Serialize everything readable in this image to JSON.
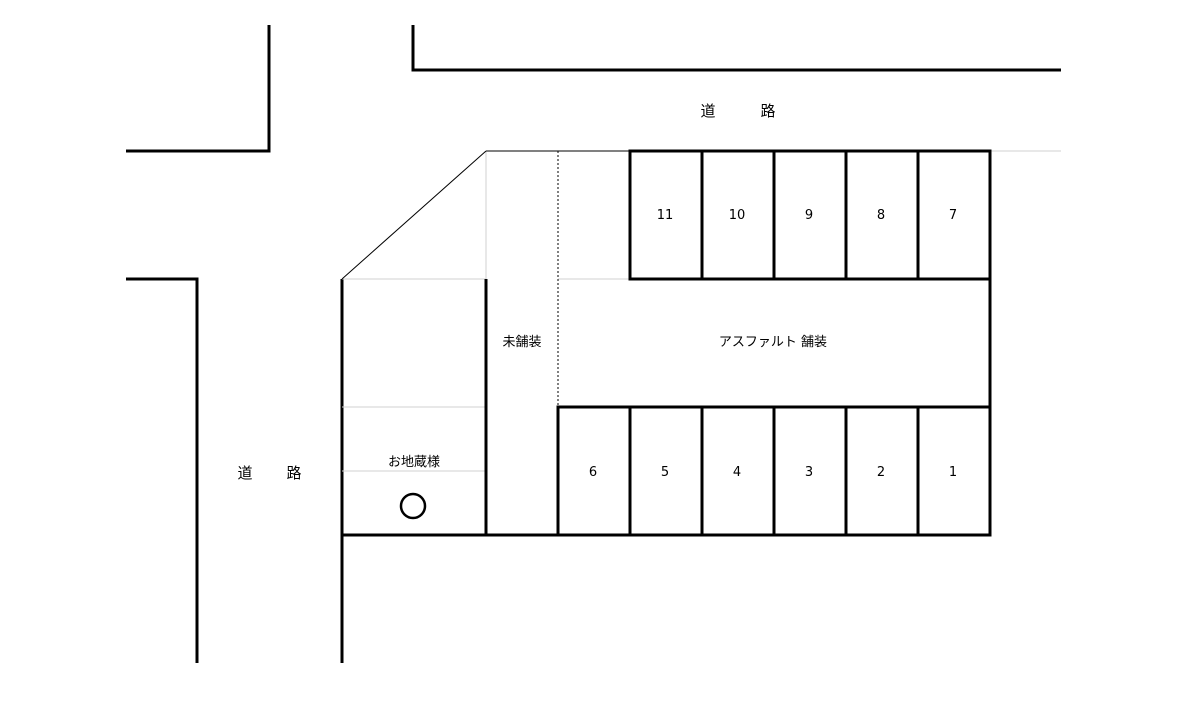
{
  "roads": {
    "top": {
      "label_1": "道",
      "label_2": "路"
    },
    "left": {
      "label_1": "道",
      "label_2": "路"
    }
  },
  "areas": {
    "unpaved": "未舗装",
    "asphalt": "アスファルト 舗装",
    "jizo": "お地蔵様",
    "jizo_marker": "○"
  },
  "spaces_top": [
    "11",
    "10",
    "9",
    "8",
    "7"
  ],
  "spaces_bottom": [
    "6",
    "5",
    "4",
    "3",
    "2",
    "1"
  ],
  "colors": {
    "line": "#000000",
    "guide": "#d0d0d0"
  }
}
